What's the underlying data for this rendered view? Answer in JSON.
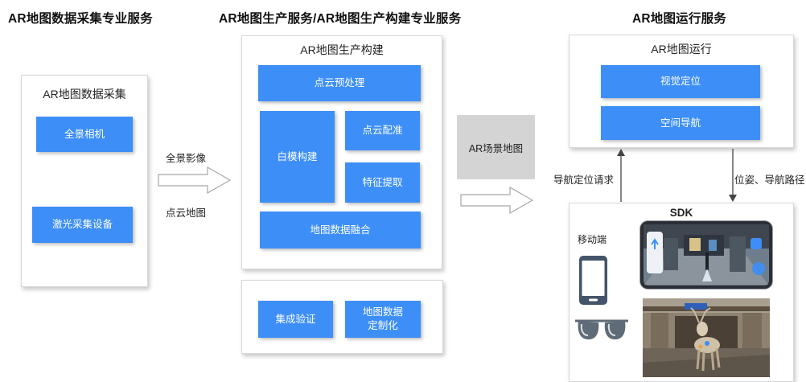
{
  "headings": {
    "collection": "AR地图数据采集专业服务",
    "production": "AR地图生产服务/AR地图生产构建专业服务",
    "runtime": "AR地图运行服务"
  },
  "collection_panel": {
    "title": "AR地图数据采集",
    "panorama_camera": "全景相机",
    "laser_device": "激光采集设备"
  },
  "flow_labels": {
    "panorama_image": "全景影像",
    "point_cloud_map": "点云地图",
    "nav_request": "导航定位请求",
    "pose_path": "位姿、导航路径"
  },
  "production_panel": {
    "title": "AR地图生产构建",
    "preprocess": "点云预处理",
    "white_model": "白模构建",
    "registration": "点云配准",
    "feature_extract": "特征提取",
    "fusion": "地图数据融合"
  },
  "delivery_panel": {
    "integration_verify": "集成验证",
    "custom_line1": "地图数据",
    "custom_line2": "定制化"
  },
  "scene_map": "AR场景地图",
  "runtime_panel": {
    "title": "AR地图运行",
    "visual_positioning": "视觉定位",
    "spatial_navigation": "空间导航"
  },
  "sdk_panel": {
    "title": "SDK",
    "mobile_label": "移动端"
  },
  "colors": {
    "accent": "#3d8ff7",
    "grey_box": "#d4d4d4"
  }
}
